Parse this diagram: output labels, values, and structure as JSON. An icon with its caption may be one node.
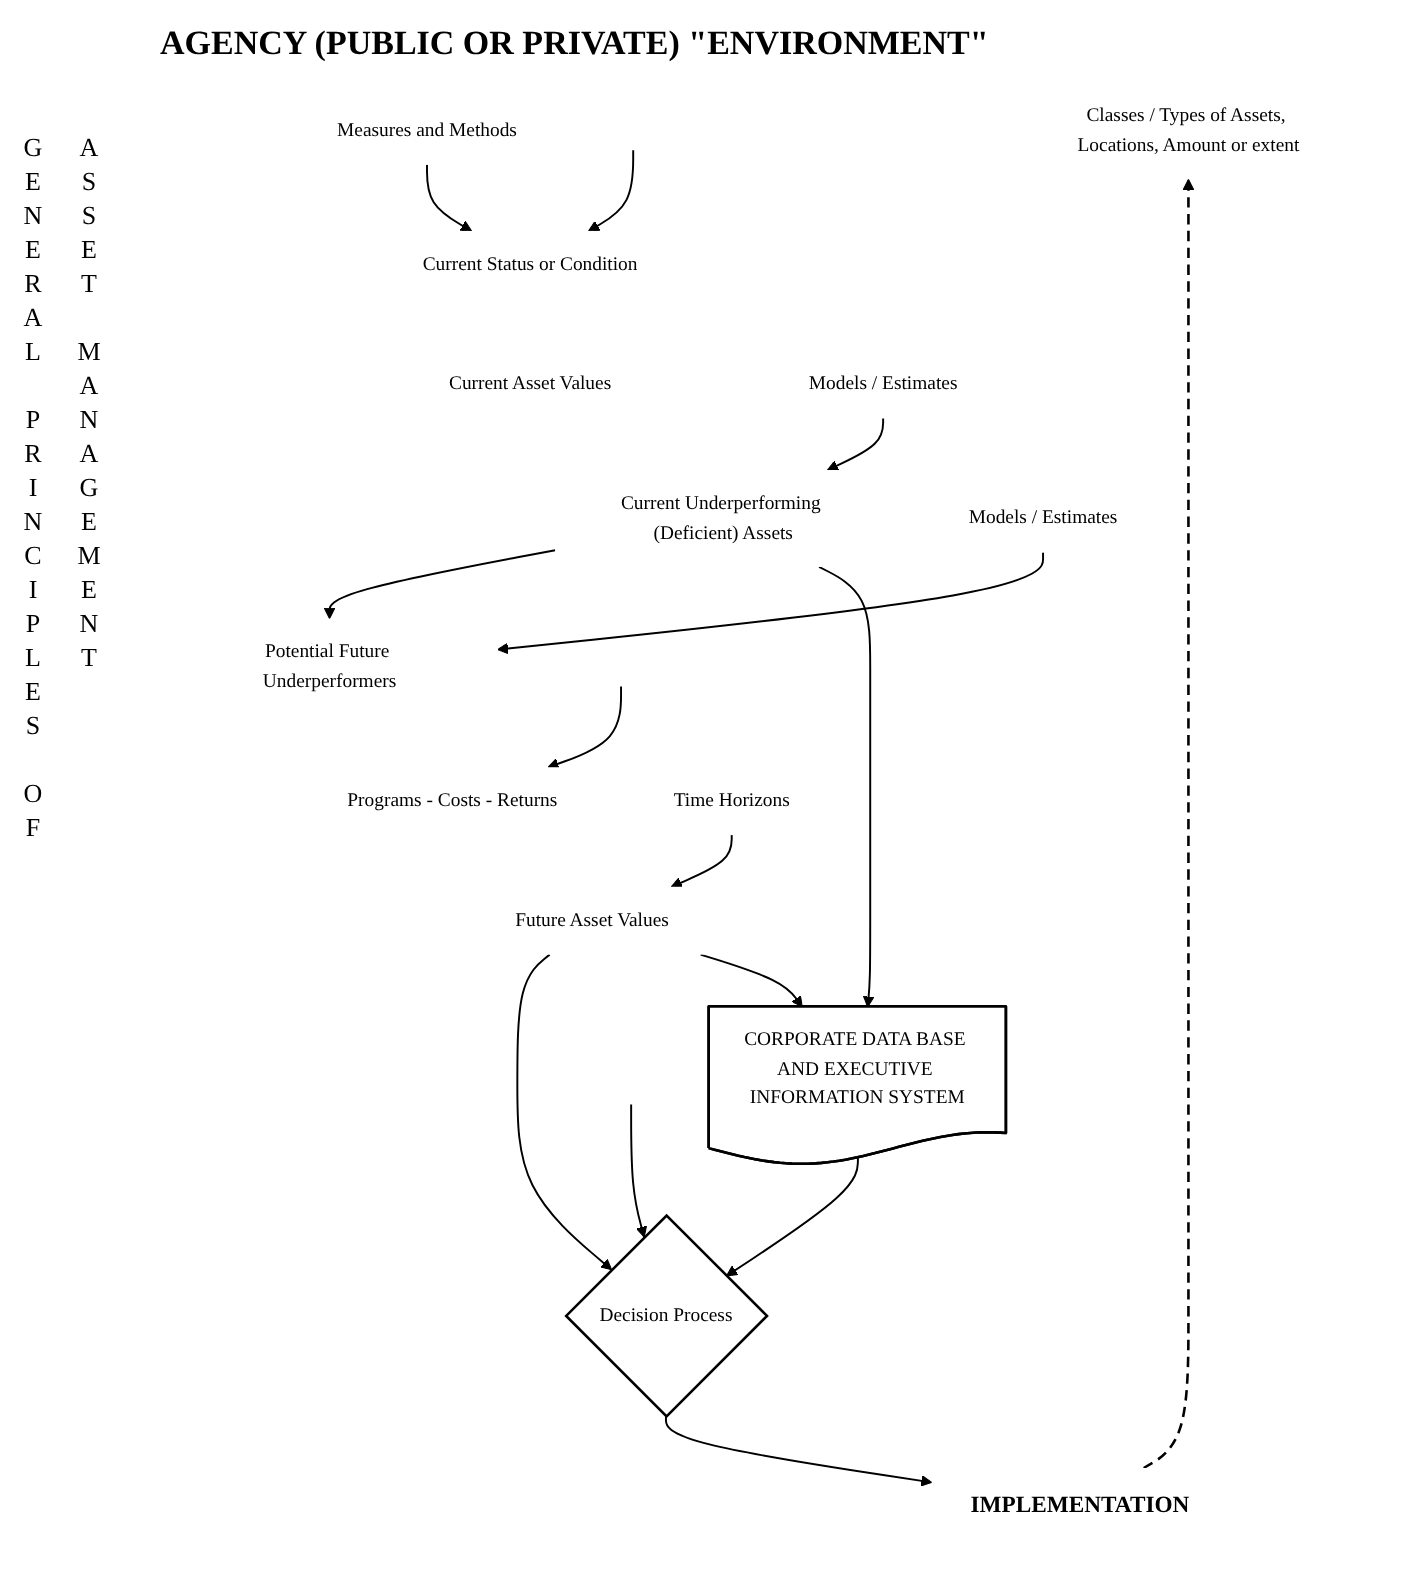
{
  "diagram": {
    "title": "AGENCY (PUBLIC OR PRIVATE) \"ENVIRONMENT\"",
    "nodes": [
      {
        "text": [
          "Classes / Types of Assets, Locations, Amount or extent"
        ]
      },
      {
        "text": [
          "Current Status or Condition"
        ]
      },
      {
        "text": [
          "Current Asset Values"
        ]
      },
      {
        "text": [
          "Current Underperforming (Deficient) Assets"
        ]
      },
      {
        "text": [
          "Measures and Methods"
        ]
      },
      {
        "text": [
          "Models / Estimates"
        ]
      },
      {
        "text": [
          "Potential Future Underperformers"
        ]
      },
      {
        "text": [
          "Programs - Costs - Returns"
        ]
      },
      {
        "text": [
          "Future Asset Values"
        ]
      },
      {
        "text": [
          "Models / Estimates"
        ]
      },
      {
        "text": [
          "Time Horizons"
        ]
      },
      {
        "text": [
          "CORPORATE DATA BASE AND EXECUTIVE INFORMATION SYSTEM"
        ]
      },
      {
        "text": [
          "Decision Process"
        ]
      },
      {
        "text": [
          "IMPLEMENTATION"
        ]
      }
    ],
    "edges": [
      {
        "from": 4,
        "to": 1,
        "arrow": "to"
      },
      {
        "from": null,
        "to": 1,
        "arrow": "to"
      },
      {
        "from": 5,
        "to": 3,
        "arrow": "to"
      },
      {
        "from": 3,
        "to": 6,
        "arrow": "to"
      },
      {
        "from": 3,
        "to": 11,
        "arrow": "to"
      },
      {
        "from": 9,
        "to": 6,
        "arrow": "to"
      },
      {
        "from": null,
        "to": 7,
        "arrow": "to"
      },
      {
        "from": 10,
        "to": 8,
        "arrow": "to"
      },
      {
        "from": 8,
        "to": 12,
        "arrow": "to"
      },
      {
        "from": 8,
        "to": 11,
        "arrow": "to"
      },
      {
        "from": 11,
        "to": 12,
        "arrow": "to"
      },
      {
        "from": null,
        "to": 12,
        "arrow": "to"
      },
      {
        "from": 12,
        "to": 13,
        "arrow": "to"
      },
      {
        "from": 13,
        "to": 0,
        "arrow": "to",
        "style": "dashed"
      }
    ],
    "labels": [
      "GENERAL PRINCIPLES OF",
      "ASSET MANAGEMENT"
    ]
  }
}
